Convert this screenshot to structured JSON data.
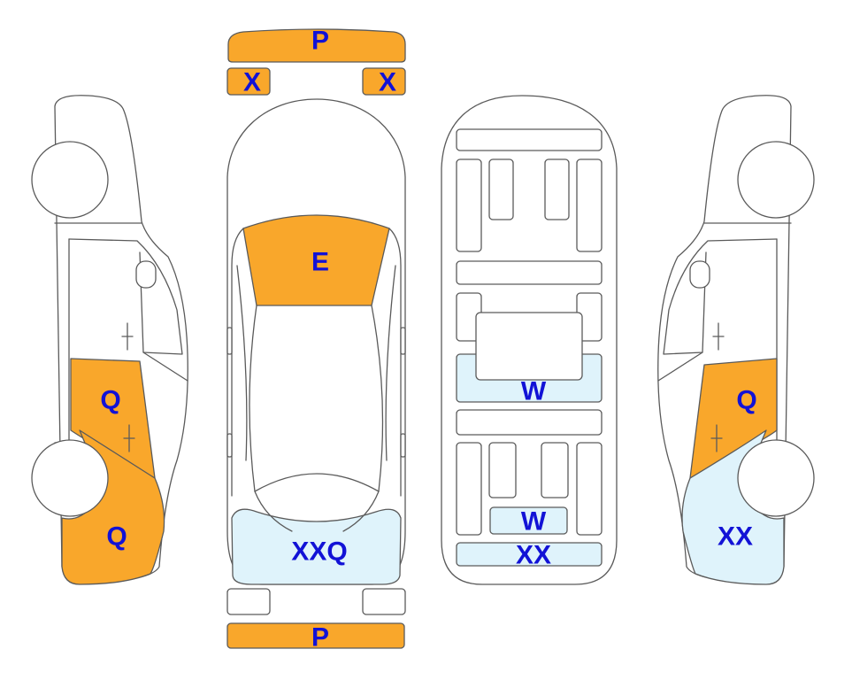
{
  "colors": {
    "orange": "#f9a72b",
    "light_blue": "#dff3fb",
    "outline": "#5a5a5a",
    "label": "#1212d6"
  },
  "labels": {
    "front_bumper": "P",
    "rear_bumper": "P",
    "headlight_left": "X",
    "headlight_right": "X",
    "hood": "E",
    "rear_top": "XXQ",
    "left_front_door": "Q",
    "left_rear_fender": "Q",
    "right_front_door": "Q",
    "right_rear_fender": "XX",
    "underbody_mid": "W",
    "underbody_rear": "W",
    "underbody_tail": "XX"
  }
}
